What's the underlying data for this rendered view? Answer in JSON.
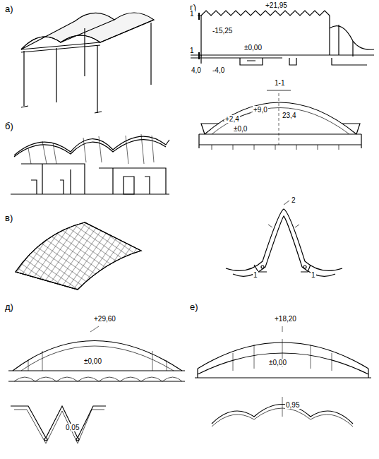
{
  "diagram": {
    "labels": [
      "а)",
      "г)",
      "+21,95",
      "-15,25",
      "±0,00",
      "4,0",
      "-4,0",
      "1",
      "1",
      "б)",
      "1-1",
      "+9,0",
      "+2,4",
      "±0,0",
      "23,4",
      "в)",
      "1",
      "2",
      "1",
      "д)",
      "+29,60",
      "±0,00",
      "0,05",
      "е)",
      "+18,20",
      "±0,00",
      "0,95"
    ]
  }
}
